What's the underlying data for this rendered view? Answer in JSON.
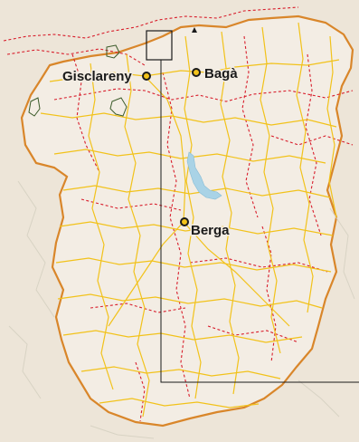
{
  "map": {
    "towns": [
      {
        "id": "gisclareny",
        "name": "Gisclareny"
      },
      {
        "id": "baga",
        "name": "Bagà"
      },
      {
        "id": "berga",
        "name": "Berga"
      }
    ],
    "colors": {
      "background": "#ede5d8",
      "land": "#f3ede4",
      "county_border": "#d9862a",
      "municipal_border": "#d81e2c",
      "tracks": "#f2c21a",
      "paths": "#d8d3c4",
      "reservoir": "#a9d3e6",
      "frame": "#1a1a1a",
      "protected_area": "#3b5b2a"
    }
  }
}
